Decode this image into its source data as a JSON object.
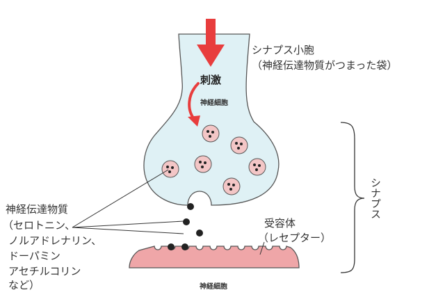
{
  "labels": {
    "vesicle_title": "シナプス小胞",
    "vesicle_desc": "（神経伝達物質がつまった袋）",
    "stimulus": "刺激",
    "neuron_top": "神経細胞",
    "synapse": "シナプス",
    "nt_title": "神経伝達物質",
    "nt_list": [
      "（セロトニン、",
      "ノルアドレナリン、",
      "ドーパミン",
      "アセチルコリン",
      "など）"
    ],
    "receptor_title": "受容体",
    "receptor_desc": "（レセプター）",
    "neuron_bottom": "神経細胞"
  },
  "colors": {
    "arrow_red": "#e83d3d",
    "neuron_fill": "#dff1f5",
    "vesicle_fill": "#f3c6c6",
    "post_cell_fill": "#efa6a8",
    "stroke": "#555555"
  }
}
